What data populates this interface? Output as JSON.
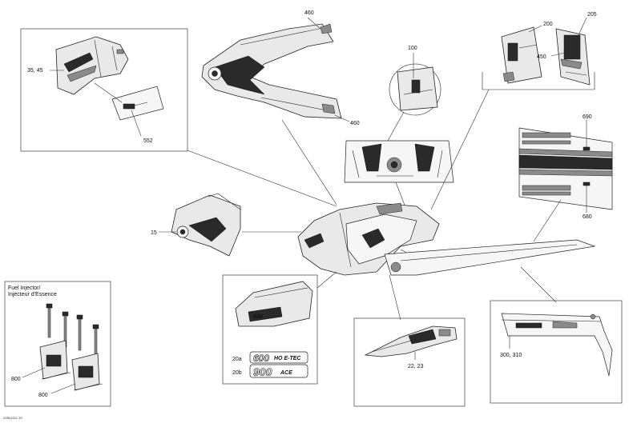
{
  "diagram": {
    "callouts": {
      "c460_top": "460",
      "c460_bottom": "460",
      "c35_45": "35, 45",
      "c552": "552",
      "c100": "100",
      "c200": "200",
      "c205": "205",
      "c450": "450",
      "c690": "690",
      "c680": "680",
      "c15": "15",
      "c20a": "20a",
      "c20b": "20b",
      "c22_23": "22, 23",
      "c300_310": "300, 310",
      "c800_top": "800",
      "c800_bottom": "800"
    },
    "fuel_injector_label_1": "Fuel Injector/",
    "fuel_injector_label_2": "Injecteur d'Essence",
    "decal_600": "600",
    "decal_600_suffix": "HO E-TEC",
    "decal_900": "900",
    "decal_900_suffix": "ACE",
    "drawing_code": "22B01011 3S"
  }
}
